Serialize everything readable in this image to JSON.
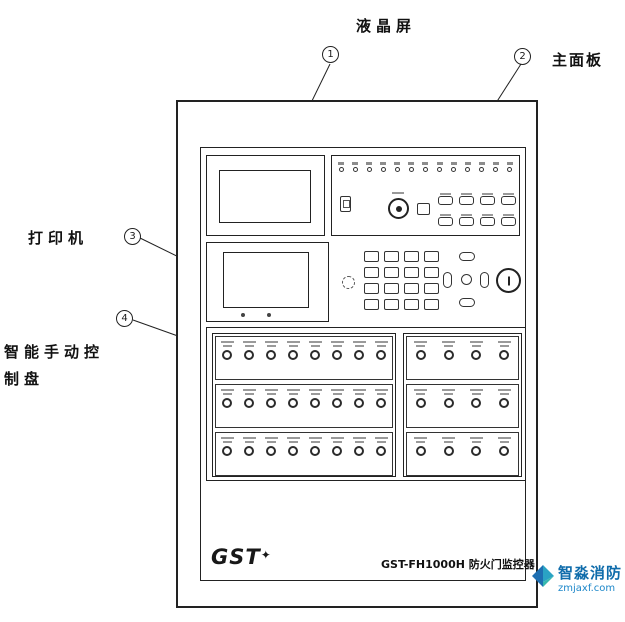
{
  "figure": {
    "callouts": [
      {
        "num": "1",
        "label": "液晶屏"
      },
      {
        "num": "2",
        "label": "主面板"
      },
      {
        "num": "3",
        "label": "打印机"
      },
      {
        "num": "4",
        "label": "智能手动控制盘"
      }
    ]
  },
  "device": {
    "logo_text": "GST",
    "logo_star": "✦",
    "model_label": "GST-FH1000H 防火门监控器",
    "structure": {
      "indicator_count": 13,
      "main_button_rows": 2,
      "main_buttons_per_row": 4,
      "keypad_rows": 4,
      "keypad_cols": 4,
      "manual_left_rows": 3,
      "manual_left_buttons_per_row": 8,
      "manual_right_rows": 3,
      "manual_right_buttons_per_row": 4
    }
  },
  "watermark": {
    "brand": "智淼消防",
    "site": "zmjaxf.com",
    "color": "#1273b5"
  }
}
